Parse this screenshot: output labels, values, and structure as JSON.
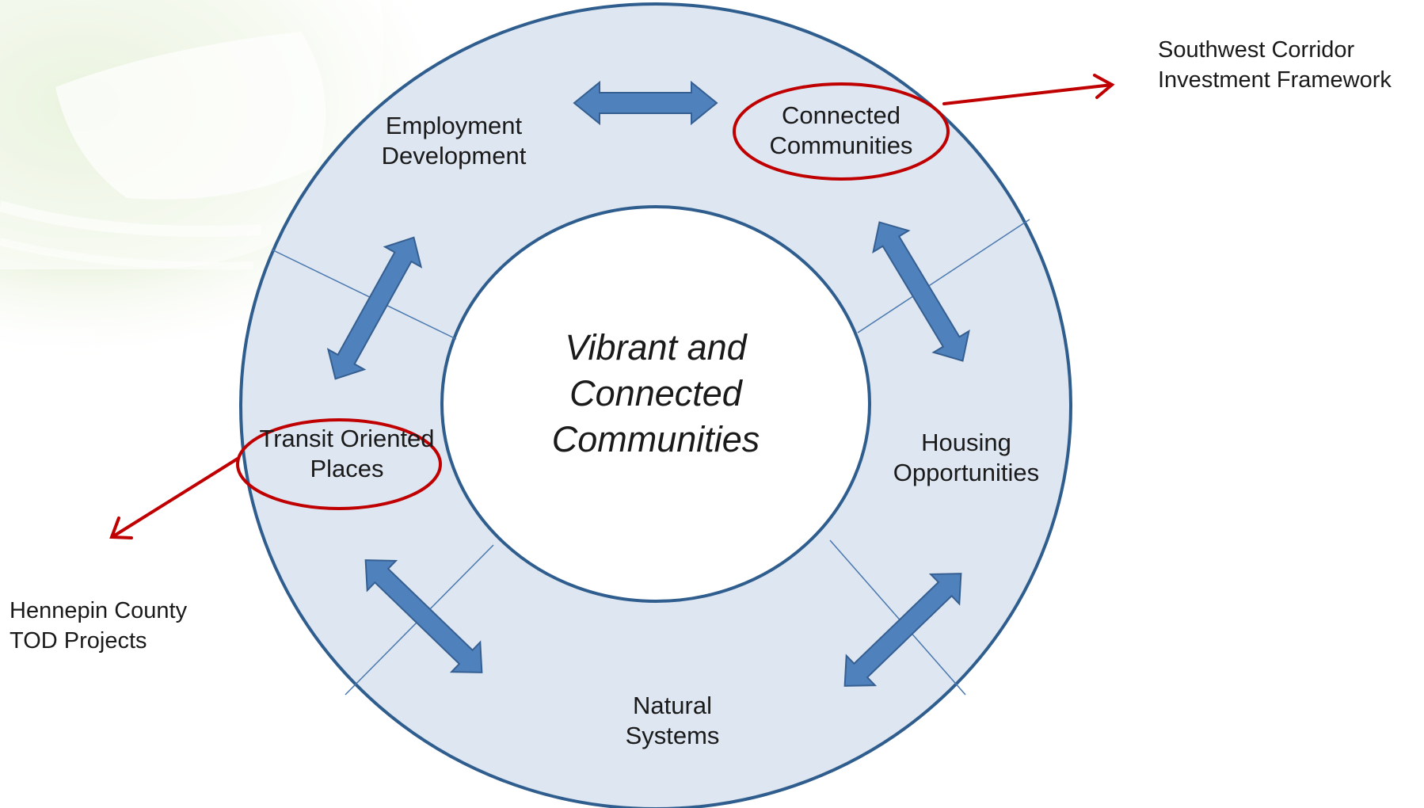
{
  "center": {
    "line1": "Vibrant and",
    "line2": "Connected",
    "line3": "Communities"
  },
  "segments": {
    "employment": {
      "line1": "Employment",
      "line2": "Development"
    },
    "connected": {
      "line1": "Connected",
      "line2": "Communities"
    },
    "housing": {
      "line1": "Housing",
      "line2": "Opportunities"
    },
    "natural": {
      "line1": "Natural",
      "line2": "Systems"
    },
    "transit": {
      "line1": "Transit Oriented",
      "line2": "Places"
    }
  },
  "callouts": {
    "southwest": {
      "line1": "Southwest Corridor",
      "line2": "Investment Framework"
    },
    "hennepin": {
      "line1": "Hennepin County",
      "line2": "TOD Projects"
    }
  },
  "colors": {
    "ring_fill": "#dde6f1",
    "ring_stroke": "#2f5e8e",
    "arrow_fill": "#4f81bd",
    "arrow_stroke": "#355f91",
    "highlight": "#c00000",
    "background_graphic": "#d9e8c4"
  }
}
